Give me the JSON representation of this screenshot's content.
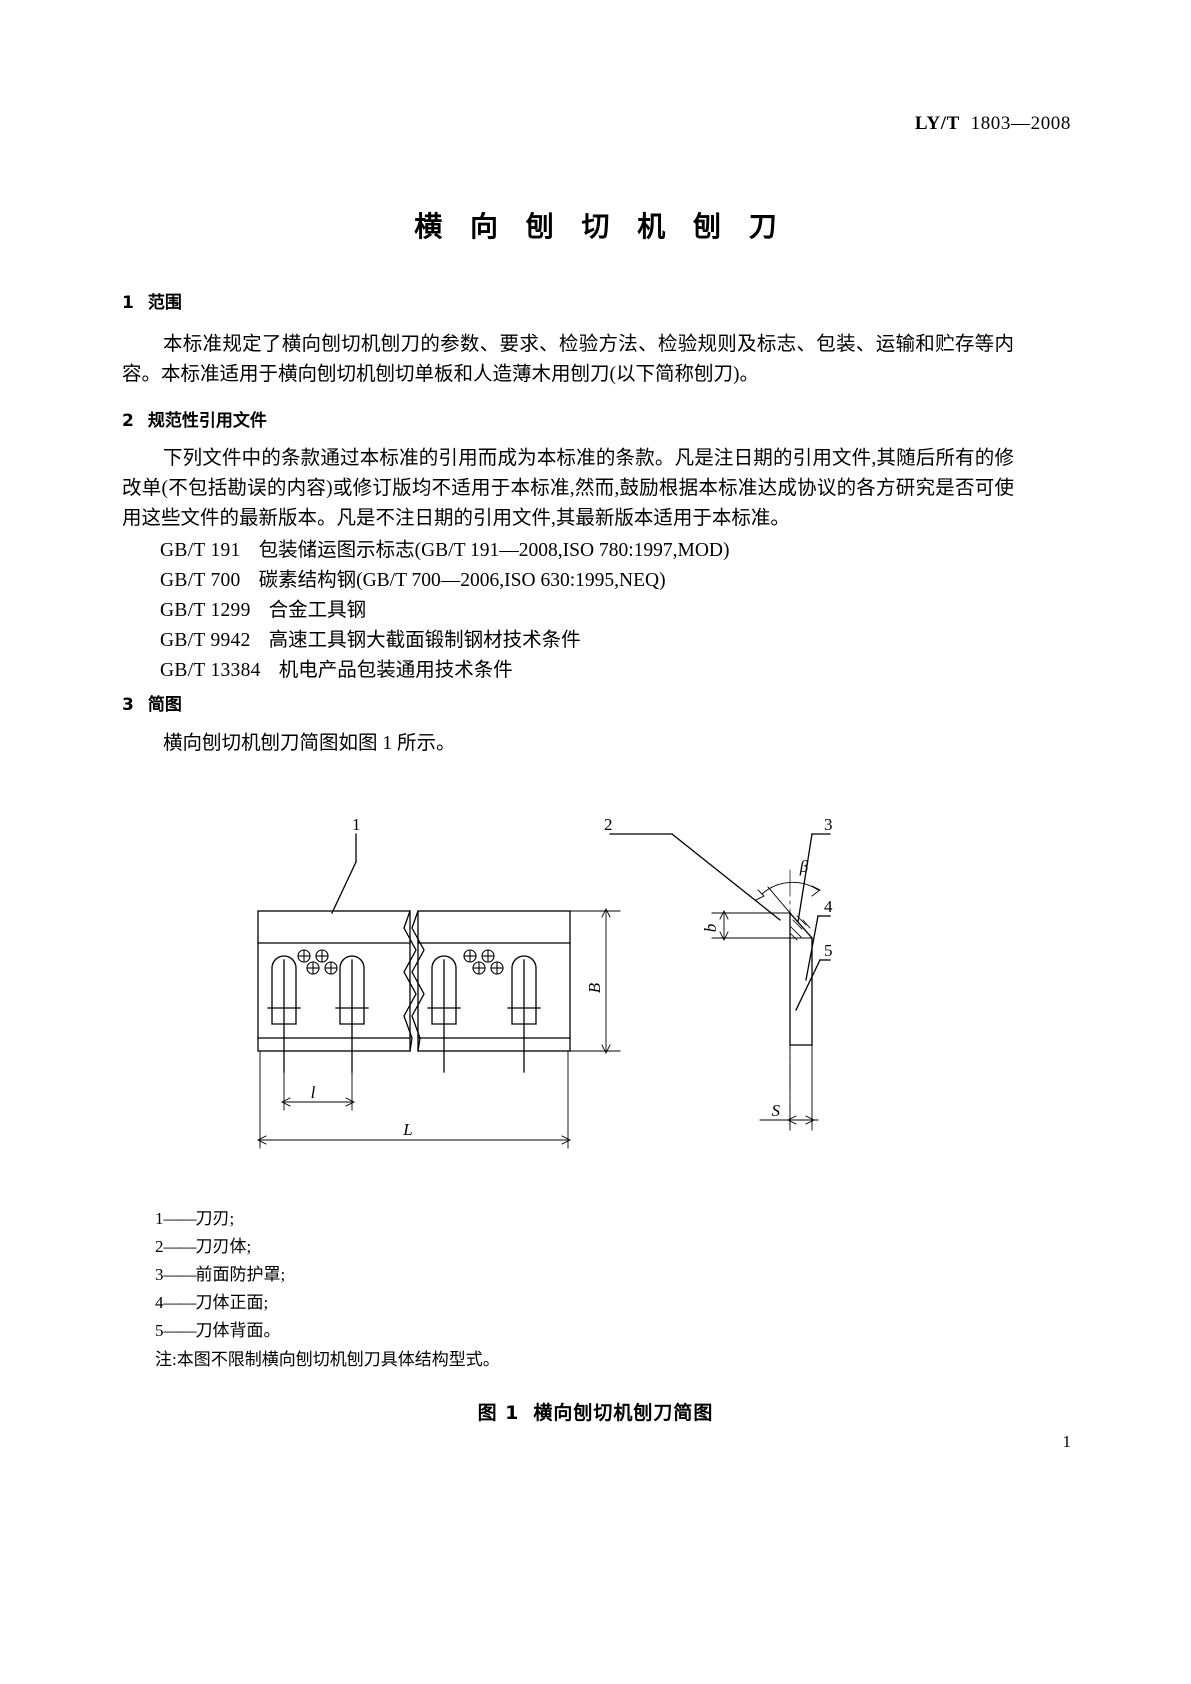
{
  "header": {
    "standard_code": "LY/T",
    "standard_number": "1803—2008"
  },
  "title": "横 向 刨 切 机 刨 刀",
  "sections": [
    {
      "number": "1",
      "heading": "范围",
      "paragraphs": [
        "本标准规定了横向刨切机刨刀的参数、要求、检验方法、检验规则及标志、包装、运输和贮存等内容。本标准适用于横向刨切机刨切单板和人造薄木用刨刀(以下简称刨刀)。"
      ]
    },
    {
      "number": "2",
      "heading": "规范性引用文件",
      "paragraphs": [
        "下列文件中的条款通过本标准的引用而成为本标准的条款。凡是注日期的引用文件,其随后所有的修改单(不包括勘误的内容)或修订版均不适用于本标准,然而,鼓励根据本标准达成协议的各方研究是否可使用这些文件的最新版本。凡是不注日期的引用文件,其最新版本适用于本标准。"
      ],
      "references": [
        {
          "code": "GB/T 191",
          "title": "包装储运图示标志(GB/T 191—2008,ISO 780:1997,MOD)"
        },
        {
          "code": "GB/T 700",
          "title": "碳素结构钢(GB/T 700—2006,ISO 630:1995,NEQ)"
        },
        {
          "code": "GB/T 1299",
          "title": "合金工具钢"
        },
        {
          "code": "GB/T 9942",
          "title": "高速工具钢大截面锻制钢材技术条件"
        },
        {
          "code": "GB/T 13384",
          "title": "机电产品包装通用技术条件"
        }
      ]
    },
    {
      "number": "3",
      "heading": "简图",
      "paragraphs": [
        "横向刨切机刨刀简图如图 1 所示。"
      ]
    }
  ],
  "figure": {
    "callouts": [
      "1",
      "2",
      "3",
      "4",
      "5"
    ],
    "dimensions": {
      "overall_length": "L",
      "hole_pitch": "l",
      "blade_width": "B",
      "bevel_height": "b",
      "thickness": "S",
      "bevel_angle": "β"
    },
    "legend": [
      {
        "num": "1",
        "dash": "——",
        "text": "刀刃;"
      },
      {
        "num": "2",
        "dash": "——",
        "text": "刀刃体;"
      },
      {
        "num": "3",
        "dash": "——",
        "text": "前面防护罩;"
      },
      {
        "num": "4",
        "dash": "——",
        "text": "刀体正面;"
      },
      {
        "num": "5",
        "dash": "——",
        "text": "刀体背面。"
      }
    ],
    "note": "注:本图不限制横向刨切机刨刀具体结构型式。",
    "caption_label": "图 1",
    "caption_text": "横向刨切机刨刀简图"
  },
  "page_number": "1"
}
